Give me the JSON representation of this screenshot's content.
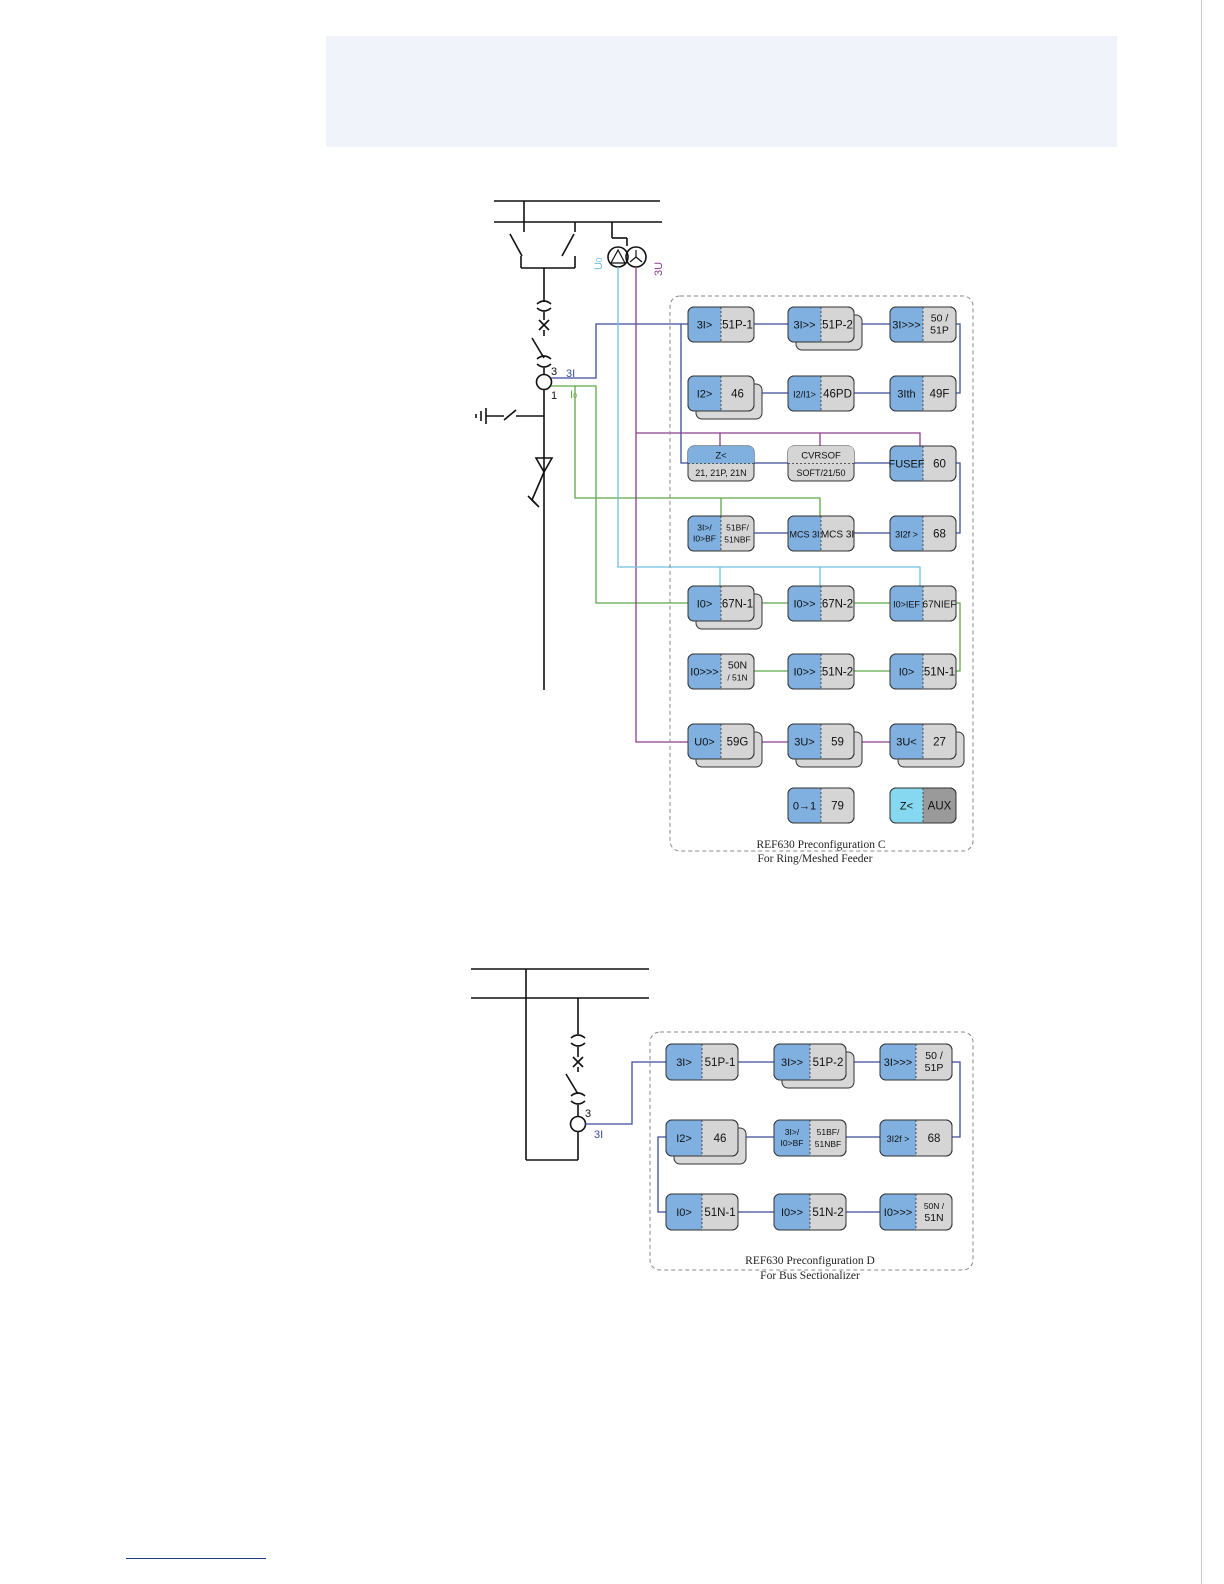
{
  "colors": {
    "blue": "#7fb0e0",
    "grey": "#d5d5d5",
    "cyan": "#86d7f0",
    "dark": "#9a9a9a",
    "wire_blue": "#3a4c9a",
    "wire_green": "#5da84a",
    "wire_purple": "#8b3d8f",
    "wire_cyan": "#6fc0dd"
  },
  "diagram_c": {
    "title": "REF630 Preconfiguration C",
    "subtitle": "For Ring/Meshed Feeder",
    "labels": {
      "u0": "U",
      "u0_sub": "0",
      "u3": "3U",
      "i3": "3I",
      "io": "I",
      "io_sub": "0",
      "n3": "3",
      "n1": "1"
    },
    "blocks": [
      {
        "l": "3I>",
        "r": "51P-1"
      },
      {
        "l": "3I>>",
        "r": "51P-2"
      },
      {
        "l": "3I>>>",
        "r": "50 /",
        "r2": "51P"
      },
      {
        "l": "I2>",
        "r": "46"
      },
      {
        "l": "I2/I1>",
        "r": "46PD"
      },
      {
        "l": "3Ith",
        "r": "49F"
      },
      {
        "top": "Z<",
        "bot": "21, 21P, 21N"
      },
      {
        "top": "CVRSOF",
        "bot": "SOFT/21/50"
      },
      {
        "l": "FUSEF",
        "r": "60"
      },
      {
        "l": "3I>/",
        "l2": "I0>BF",
        "r": "51BF/",
        "r2": "51NBF"
      },
      {
        "l": "MCS 3I",
        "r": "MCS 3I"
      },
      {
        "l": "3I2f >",
        "r": "68"
      },
      {
        "l": "I0>",
        "r": "67N-1"
      },
      {
        "l": "I0>>",
        "r": "67N-2"
      },
      {
        "l": "I0>IEF",
        "r": "67NIEF"
      },
      {
        "l": "I0>>>",
        "r": "50N",
        "r2": "/ 51N"
      },
      {
        "l": "I0>>",
        "r": "51N-2"
      },
      {
        "l": "I0>",
        "r": "51N-1"
      },
      {
        "l": "U0>",
        "r": "59G"
      },
      {
        "l": "3U>",
        "r": "59"
      },
      {
        "l": "3U<",
        "r": "27"
      },
      {
        "l": "0→1",
        "r": "79"
      },
      {
        "l": "Z<",
        "r": "AUX"
      }
    ]
  },
  "diagram_d": {
    "title": "REF630 Preconfiguration D",
    "subtitle": "For Bus Sectionalizer",
    "labels": {
      "i3": "3I",
      "n3": "3"
    },
    "blocks": [
      {
        "l": "3I>",
        "r": "51P-1"
      },
      {
        "l": "3I>>",
        "r": "51P-2"
      },
      {
        "l": "3I>>>",
        "r": "50 /",
        "r2": "51P"
      },
      {
        "l": "I2>",
        "r": "46"
      },
      {
        "l": "3I>/",
        "l2": "I0>BF",
        "r": "51BF/",
        "r2": "51NBF"
      },
      {
        "l": "3I2f >",
        "r": "68"
      },
      {
        "l": "I0>",
        "r": "51N-1"
      },
      {
        "l": "I0>>",
        "r": "51N-2"
      },
      {
        "l": "I0>>>",
        "r": "50N /",
        "r2": "51N"
      }
    ]
  }
}
